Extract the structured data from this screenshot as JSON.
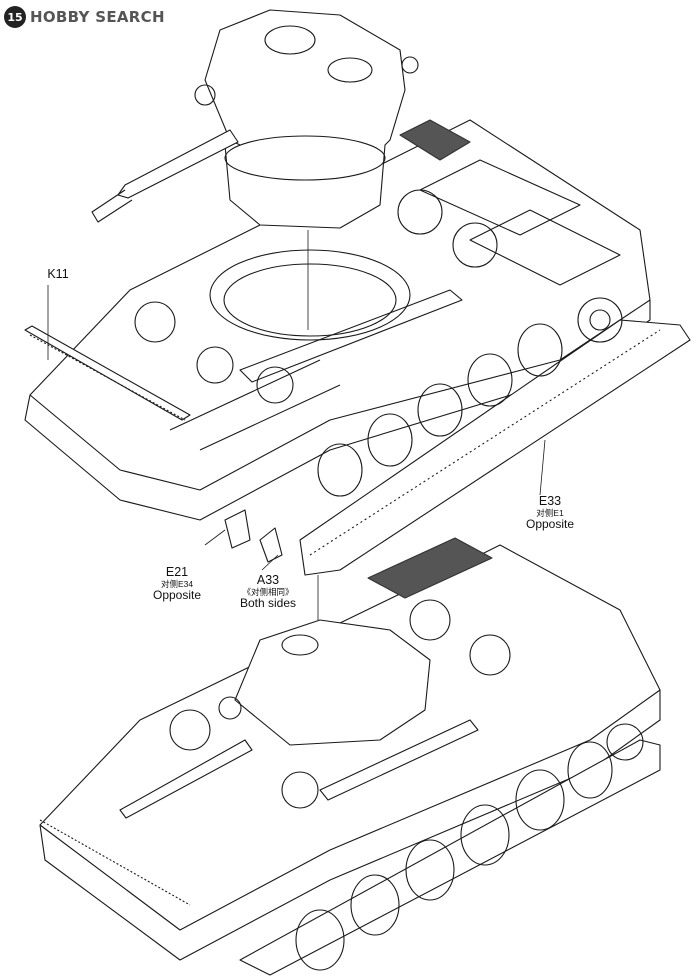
{
  "header": {
    "step_badge": "15",
    "watermark_logo": "HOBBY SEARCH"
  },
  "callouts": {
    "k11": {
      "code": "K11"
    },
    "e33": {
      "code": "E33",
      "cn": "对侧E1",
      "en": "Opposite"
    },
    "e21": {
      "code": "E21",
      "cn": "对侧E34",
      "en": "Opposite"
    },
    "a33": {
      "code": "A33",
      "cn": "《对侧相同》",
      "en": "Both sides"
    }
  },
  "colors": {
    "line": "#1a1a1a",
    "hatch": "#555555",
    "paper": "#ffffff"
  }
}
